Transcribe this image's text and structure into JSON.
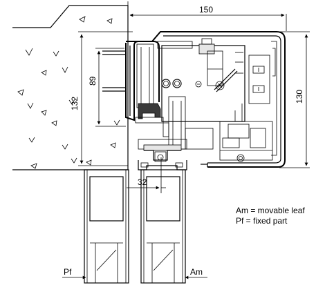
{
  "dimensions": {
    "top_width": "150",
    "left_height": "132",
    "inner_height": "89",
    "right_height": "130",
    "bottom_width": "32"
  },
  "labels": {
    "pf": "Pf",
    "am": "Am"
  },
  "legend": {
    "am_line": "Am = movable leaf",
    "pf_line": "Pf = fixed part"
  },
  "colors": {
    "line": "#000000",
    "fill_gray": "#e6e6e6",
    "fill_dark": "#3a3a3a"
  }
}
